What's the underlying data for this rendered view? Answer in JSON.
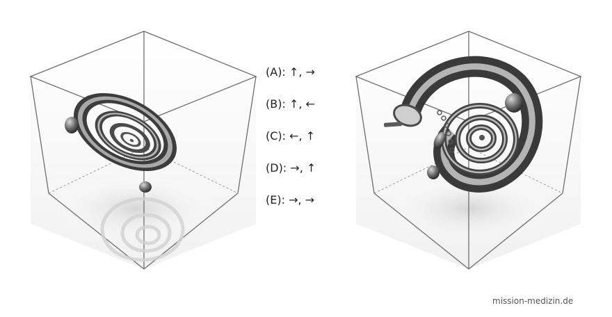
{
  "options": [
    {
      "label": "(A): ↑, →"
    },
    {
      "label": "(B): ↑, ←"
    },
    {
      "label": "(C): ←, ↑"
    },
    {
      "label": "(D): →, ↑"
    },
    {
      "label": "(E): →, →"
    }
  ],
  "credit": "mission-medizin.de",
  "colors": {
    "cube_edge": "#6e6e6e",
    "cube_hidden_edge": "#9a9a9a",
    "object_dark": "#3c3c3c",
    "object_light": "#d8d8d8"
  }
}
